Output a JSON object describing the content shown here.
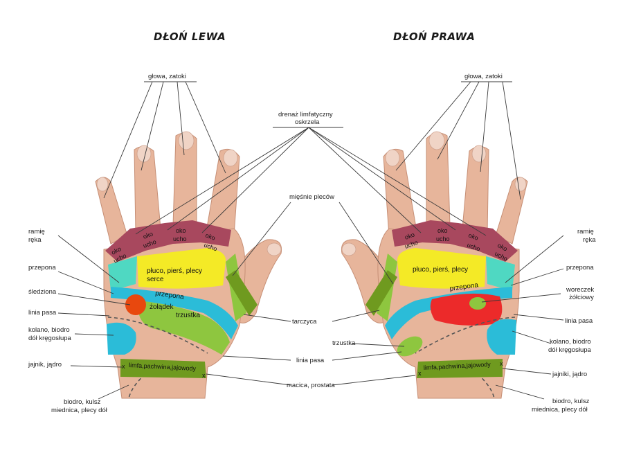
{
  "titles": {
    "left": "DŁOŃ LEWA",
    "right": "DŁOŃ PRAWA"
  },
  "colors": {
    "head_zone": "#a8485e",
    "yellow": "#f4ea26",
    "cyan": "#2bbcd8",
    "teal": "#4fd8c2",
    "green": "#8ec63f",
    "olive": "#6f9a1f",
    "red": "#ec2a2a",
    "orange": "#e8480e"
  },
  "labels": {
    "glowa": "głowa, zatoki",
    "drenaz_1": "drenaż limfatyczny",
    "drenaz_2": "oskrzela",
    "miesnie": "mięśnie pleców",
    "ramie_1": "ramię",
    "ramie_2": "ręka",
    "przepona": "przepona",
    "sledziona": "śledziona",
    "linia_pasa": "linia pasa",
    "kolano_1": "kolano, biodro",
    "kolano_2": "dół kręgosłupa",
    "jajnik": "jajnik, jądro",
    "jajniki": "jajniki, jądro",
    "biodro_1": "biodro, kulsz",
    "biodro_2": "miednica, plecy dół",
    "tarczyca": "tarczyca",
    "trzustka": "trzustka",
    "macica": "macica, prostata",
    "woreczek_1": "woreczek",
    "woreczek_2": "żółciowy"
  },
  "zones": {
    "oko": "oko",
    "ucho": "ucho",
    "pluco_left": "płuco, pierś, plecy",
    "serce": "serce",
    "pluco_right": "płuco, pierś, plecy",
    "przepona": "przepona",
    "zoladek": "żołądek",
    "trzustka": "trzustka",
    "limfa": "limfa,pachwina,jajowody",
    "x": "x"
  }
}
